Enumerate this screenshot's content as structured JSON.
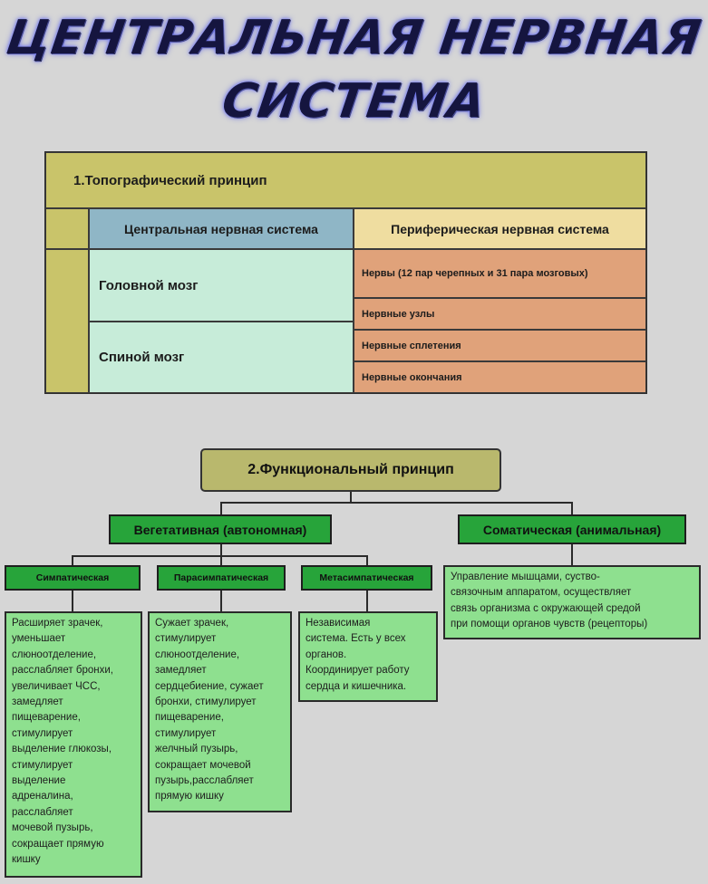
{
  "title": {
    "line1": "ЦЕНТРАЛЬНАЯ НЕРВНАЯ",
    "line2": "СИСТЕМА"
  },
  "section1": {
    "header": "1.Топографический принцип",
    "col_central": "Центральная нервная система",
    "col_peripheral": "Периферическая нервная система",
    "brain": "Головной мозг",
    "spinal": "Спиной мозг",
    "nerves": "Нервы (12 пар черепных и 31 пара мозговых)",
    "ganglia": "Нервные узлы",
    "plexus": "Нервные сплетения",
    "endings": "Нервные окончания"
  },
  "section2": {
    "header": "2.Функциональный принцип",
    "vegetative": "Вегетативная (автономная)",
    "somatic": "Соматическая (анимальная)",
    "sympathetic": "Симпатическая",
    "parasympathetic": "Парасимпатическая",
    "metasympathetic": "Метасимпатическая",
    "sympathetic_desc": [
      "Расширяет зрачек,",
      "уменьшает",
      "слюноотделение,",
      "расслабляет бронхи,",
      "увеличивает ЧСС,",
      "замедляет",
      "пищеварение,",
      "стимулирует",
      "выделение глюкозы,",
      "стимулирует",
      "выделение",
      "адреналина,",
      "расслабляет",
      "мочевой пузырь,",
      "сокращает прямую",
      "кишку"
    ],
    "parasympathetic_desc": [
      "Сужает зрачек,",
      "стимулирует",
      "слюноотделение,",
      "замедляет",
      "сердцебиение, сужает",
      "бронхи, стимулирует",
      "пищеварение,",
      "стимулирует",
      "желчный пузырь,",
      "сокращает мочевой",
      "пузырь,расслабляет",
      "прямую кишку"
    ],
    "metasympathetic_desc": [
      "Независимая",
      "система. Есть у всех",
      "органов.",
      "Координирует работу",
      "сердца и кишечника."
    ],
    "somatic_desc": [
      "Управление мышцами, суство-",
      "связочным аппаратом, осуществляет",
      "связь организма с окружающей средой",
      "при помощи органов чувств (рецепторы)"
    ]
  }
}
